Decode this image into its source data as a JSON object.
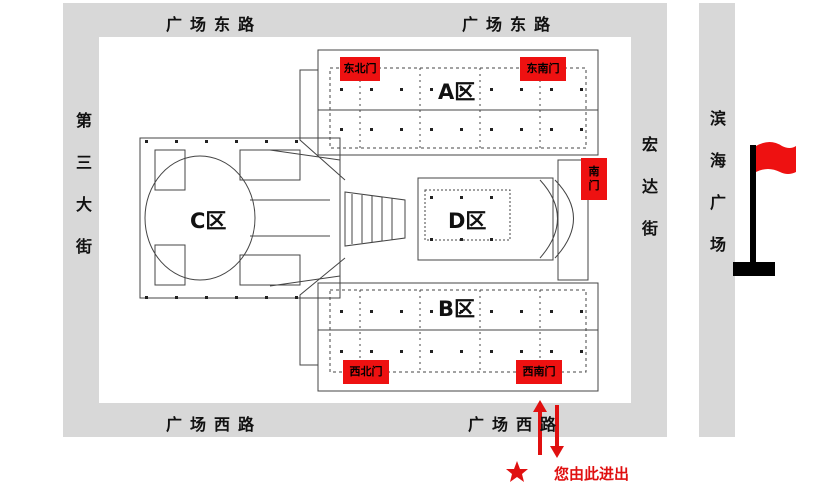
{
  "roads": {
    "north_left": "广场东路",
    "north_right": "广场东路",
    "south_left": "广场西路",
    "south_right": "广场西路",
    "west": [
      "第",
      "三",
      "大",
      "街"
    ],
    "east": [
      "宏",
      "达",
      "街"
    ],
    "far_east": [
      "滨",
      "海",
      "广",
      "场"
    ]
  },
  "zones": {
    "a": "A区",
    "b": "B区",
    "c": "C区",
    "d": "D区"
  },
  "gates": {
    "northeast": "东南门",
    "northwest": "东北门",
    "south": [
      "南",
      "门"
    ],
    "southwest": "西北门",
    "southeast": "西南门"
  },
  "entrance_note": "您由此进出",
  "colors": {
    "accent_red": "#ee1111",
    "road_gray": "#d8d8d8"
  },
  "icons": [
    "flag-icon",
    "star-icon",
    "arrow-up-icon",
    "arrow-down-icon"
  ]
}
